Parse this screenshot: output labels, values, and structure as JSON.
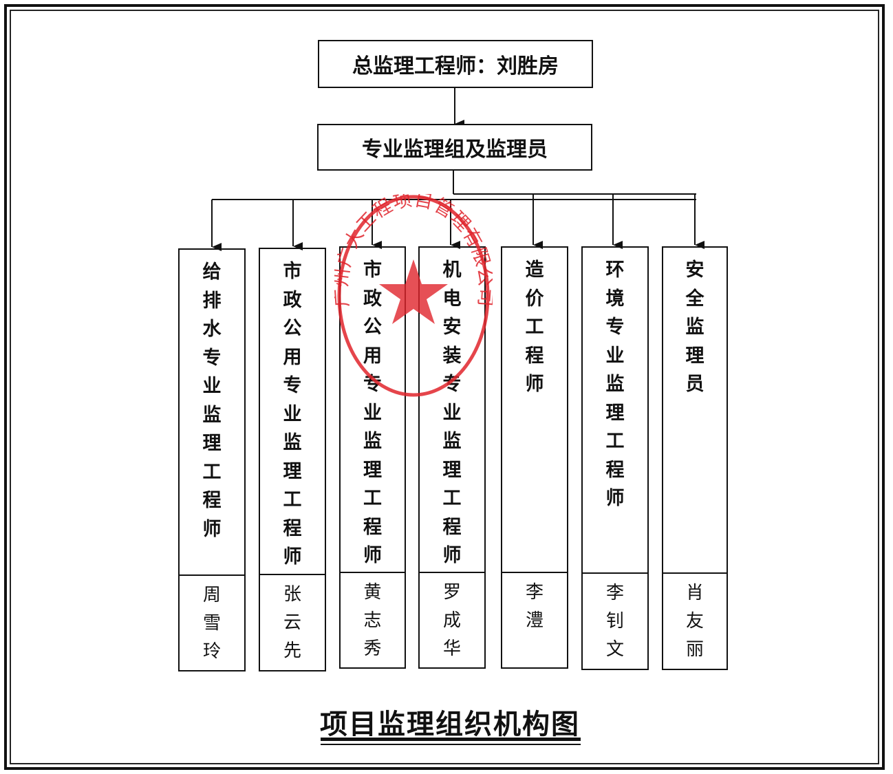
{
  "chief": "总监理工程师：刘胜房",
  "group": "专业监理组及监理员",
  "columns": [
    {
      "role": "给排水专业监理工程师",
      "name": "周雪玲"
    },
    {
      "role": "市政公用专业监理工程师",
      "name": "张云先"
    },
    {
      "role": "市政公用专业监理工程师",
      "name": "黄志秀"
    },
    {
      "role": "机电安装专业监理工程师",
      "name": "罗成华"
    },
    {
      "role": "造价工程师",
      "name": "李澧"
    },
    {
      "role": "环境专业监理工程师",
      "name": "李钊文"
    },
    {
      "role": "安全监理员",
      "name": "肖友丽"
    }
  ],
  "seal_text": "广州广大工程项目管理有限公司",
  "title": "项目监理组织机构图",
  "colors": {
    "ink": "#111111",
    "seal": "#e0242c"
  }
}
